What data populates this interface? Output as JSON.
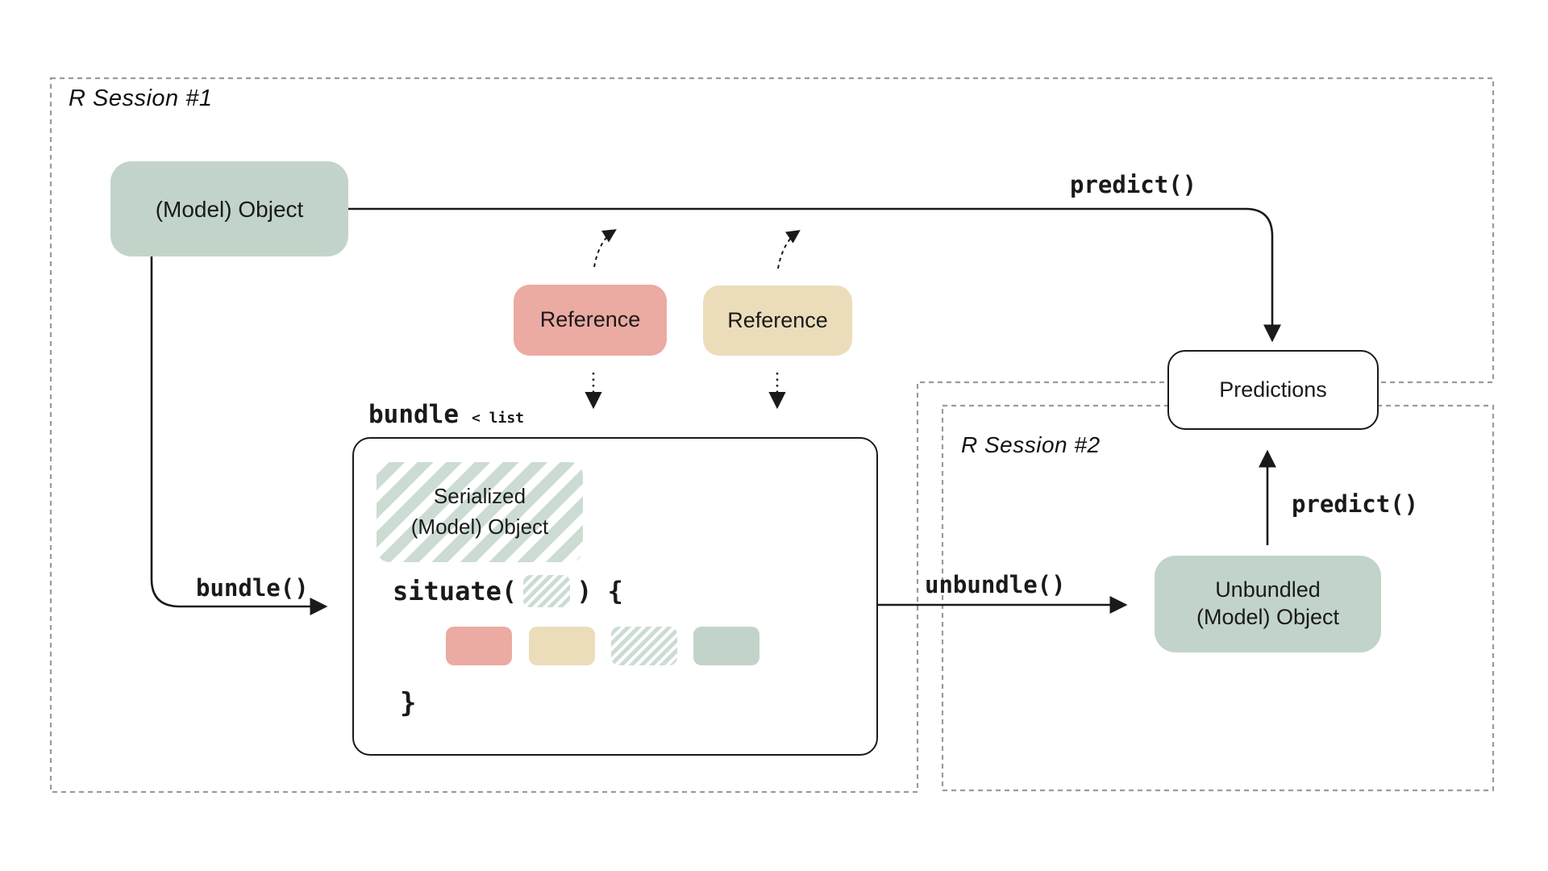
{
  "colors": {
    "green": "#c2d4c9",
    "red": "#ebaaa2",
    "tan": "#ecddba",
    "hatch": "#ccdcd3",
    "dash": "#9b9b9b",
    "ink": "#1a1a1a"
  },
  "session1": {
    "label": "R Session #1"
  },
  "session2": {
    "label": "R Session #2"
  },
  "model_object": {
    "label": "(Model) Object"
  },
  "references": {
    "red_label": "Reference",
    "tan_label": "Reference"
  },
  "bundle": {
    "fn_label": "bundle()",
    "title": "bundle",
    "type_annotation": "< list",
    "serialized_line1": "Serialized",
    "serialized_line2": "(Model) Object",
    "situate_open": "situate(",
    "situate_close": ") {",
    "close_brace": "}"
  },
  "unbundle": {
    "fn_label": "unbundle()"
  },
  "predict_top": {
    "fn_label": "predict()"
  },
  "predict_right": {
    "fn_label": "predict()"
  },
  "predictions": {
    "label": "Predictions"
  },
  "unbundled_object": {
    "line1": "Unbundled",
    "line2": "(Model) Object"
  }
}
